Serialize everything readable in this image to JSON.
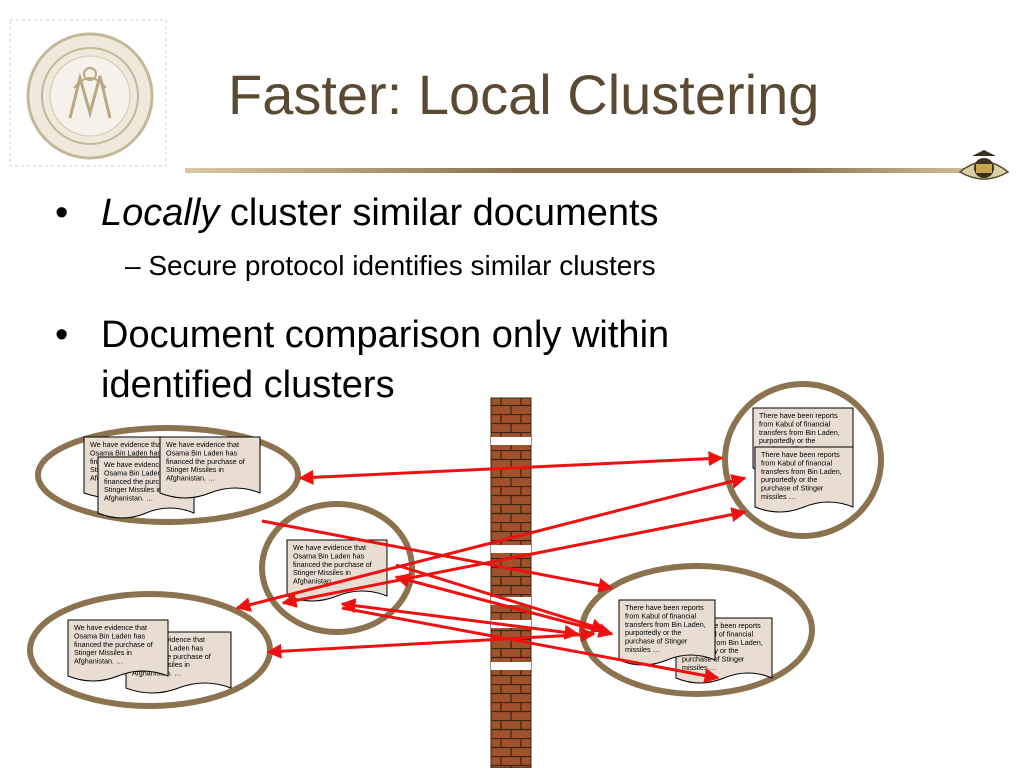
{
  "slide": {
    "title": "Faster:  Local Clustering",
    "bullet1_em": "Locally",
    "bullet1_rest": " cluster similar documents",
    "sub_bullet": "Secure protocol identifies similar clusters",
    "bullet2_line1": "Document comparison only within",
    "bullet2_line2": "identified clusters"
  },
  "documents": {
    "osama": [
      "We have evidence that",
      "Osama Bin Laden has",
      "financed the purchase of",
      "Stinger Missiles in",
      "Afghanistan. …"
    ],
    "kabul": [
      "There have been reports",
      "from Kabul of financial",
      "transfers from Bin Laden,",
      "purportedly or the",
      "purchase of Stinger",
      "missiles …"
    ]
  },
  "colors": {
    "title": "#5b4a33",
    "cluster_ring": "#8b7350",
    "document_fill": "#e8ddd0",
    "arrow": "#ee1111",
    "brick": "#a0522d"
  }
}
